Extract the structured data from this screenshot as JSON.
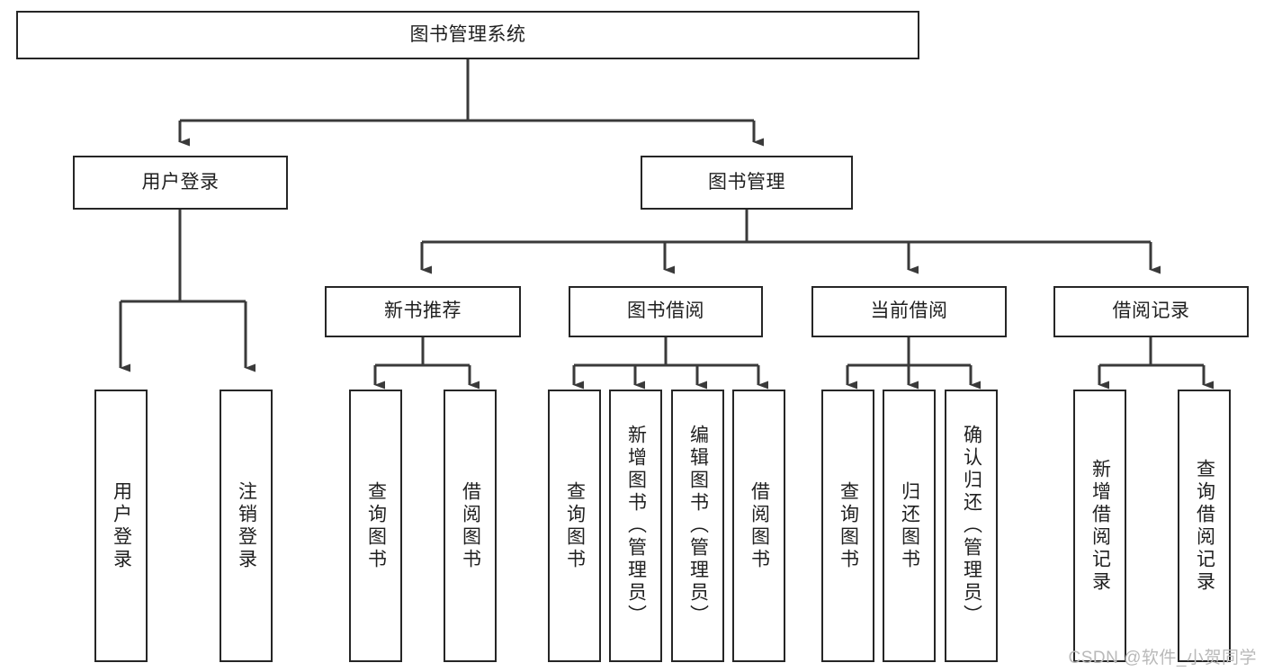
{
  "diagram": {
    "title": "图书管理系统",
    "type": "hierarchy-tree",
    "colors": {
      "box_border": "#262626",
      "box_fill": "#ffffff",
      "text": "#1f1f1f",
      "connector": "#3a3a3a",
      "watermark": "#b9b9b9"
    },
    "root": {
      "label": "图书管理系统"
    },
    "level2": [
      {
        "label": "用户登录"
      },
      {
        "label": "图书管理"
      }
    ],
    "level3": [
      {
        "label": "新书推荐"
      },
      {
        "label": "图书借阅"
      },
      {
        "label": "当前借阅"
      },
      {
        "label": "借阅记录"
      }
    ],
    "leaves": {
      "user_login": [
        {
          "label": "用户登录"
        },
        {
          "label": "注销登录"
        }
      ],
      "new_book_recommend": [
        {
          "label": "查询图书"
        },
        {
          "label": "借阅图书"
        }
      ],
      "book_borrow": [
        {
          "label": "查询图书"
        },
        {
          "label": "新增图书（管理员）"
        },
        {
          "label": "编辑图书（管理员）"
        },
        {
          "label": "借阅图书"
        }
      ],
      "current_borrow": [
        {
          "label": "查询图书"
        },
        {
          "label": "归还图书"
        },
        {
          "label": "确认归还（管理员）"
        }
      ],
      "borrow_record": [
        {
          "label": "新增借阅记录"
        },
        {
          "label": "查询借阅记录"
        }
      ]
    },
    "watermark": "CSDN @软件_小贺同学"
  }
}
